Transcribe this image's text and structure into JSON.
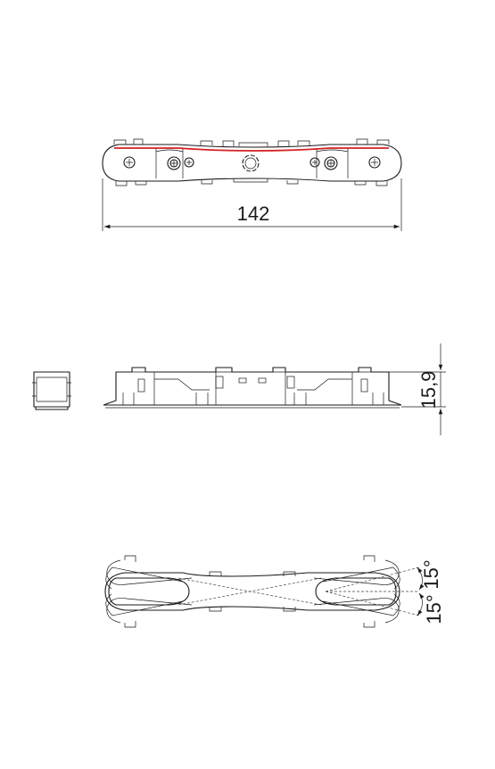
{
  "drawing": {
    "dimensions": {
      "length": "142",
      "height": "15,9",
      "tilt_up": "15°",
      "tilt_down": "15°"
    },
    "accent_color": "#d62020",
    "line_color": "#1a1a1a"
  }
}
